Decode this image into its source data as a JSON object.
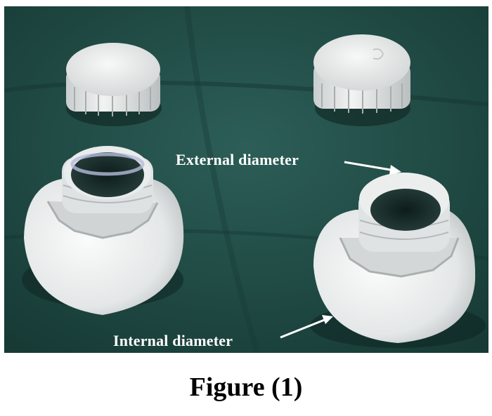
{
  "figure": {
    "photo_description_icon": "photo-of-bottle-tops-and-caps",
    "labels": {
      "external": "External diameter",
      "internal": "Internal diameter"
    },
    "caption": "Figure (1)"
  },
  "colors": {
    "background_cloth": "#1f4a44",
    "plastic": "#e8eaea",
    "label_text": "#ffffff"
  }
}
